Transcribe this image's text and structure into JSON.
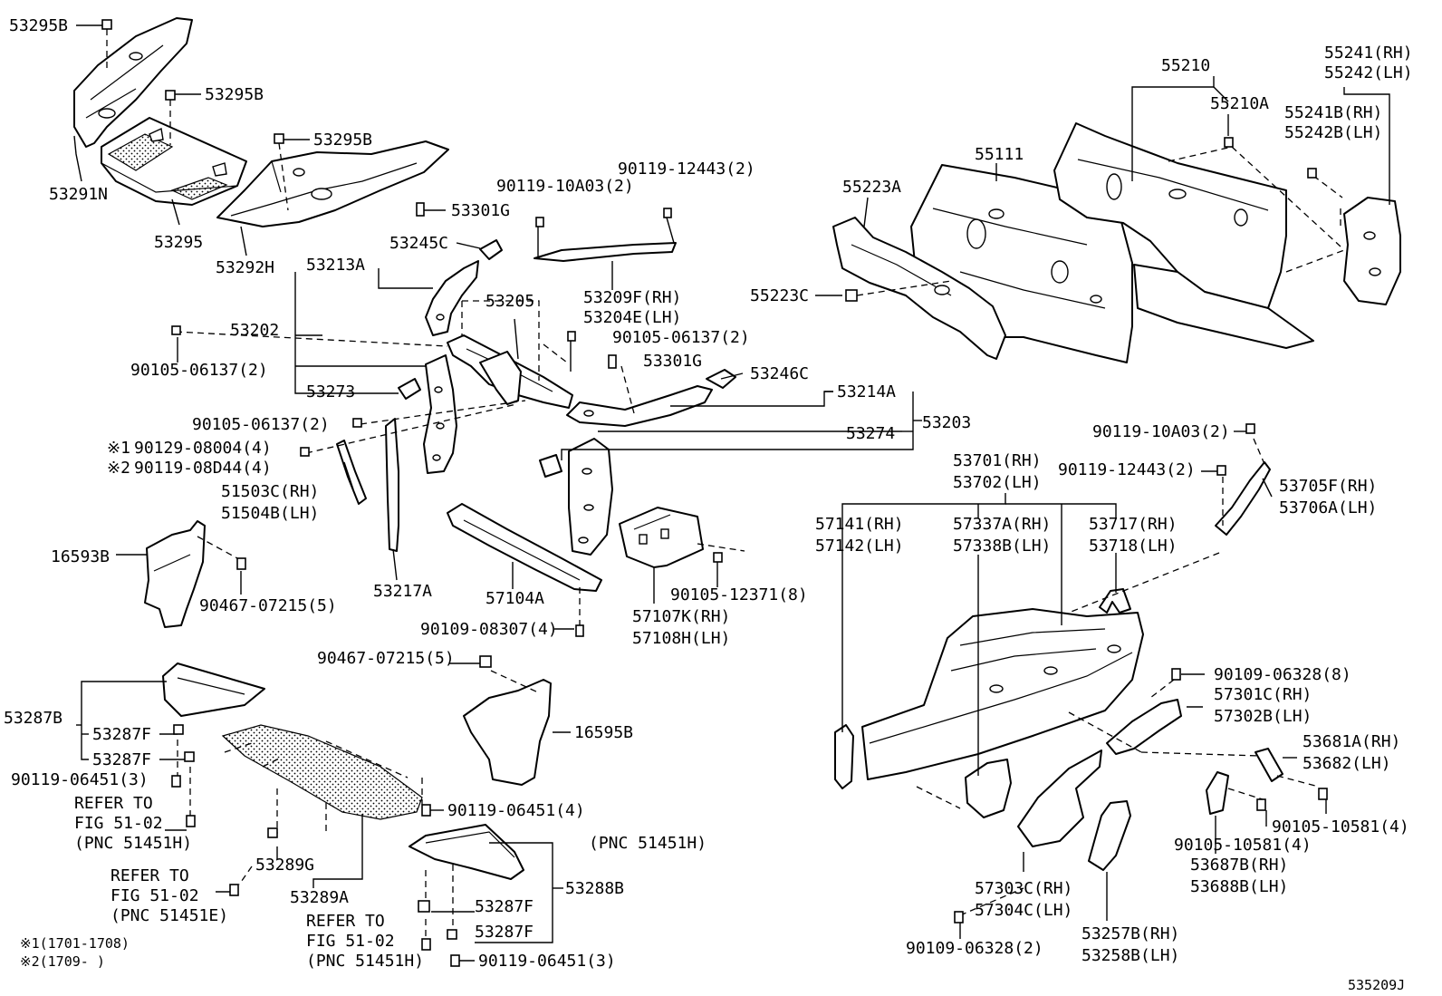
{
  "diagram_id": "535209J",
  "labels": {
    "l53295B_1": "53295B",
    "l53295B_2": "53295B",
    "l53295B_3": "53295B",
    "l53291N": "53291N",
    "l53295": "53295",
    "l53292H": "53292H",
    "l53301G_1": "53301G",
    "l53301G_2": "53301G",
    "l90119_10A03_a": "90119-10A03(2)",
    "l90119_12443_a": "90119-12443(2)",
    "l53245C": "53245C",
    "l53213A": "53213A",
    "l53202": "53202",
    "l53205": "53205",
    "l53209F": "53209F(RH)",
    "l53204E": "53204E(LH)",
    "l90105_06137_a": "90105-06137(2)",
    "l90105_06137_b": "90105-06137(2)",
    "l90105_06137_c": "90105-06137(2)",
    "l53246C": "53246C",
    "l53214A": "53214A",
    "l53273": "53273",
    "l53274": "53274",
    "l53203": "53203",
    "l90129_08004": "90129-08004(4)",
    "l90119_08D44": "90119-08D44(4)",
    "note_mark_1": "※1",
    "note_mark_2": "※2",
    "l51503C": "51503C(RH)",
    "l51504B": "51504B(LH)",
    "l16593B": "16593B",
    "l90467_07215_a": "90467-07215(5)",
    "l53217A": "53217A",
    "l57104A": "57104A",
    "l90109_08307": "90109-08307(4)",
    "l90105_12371": "90105-12371(8)",
    "l57107K": "57107K(RH)",
    "l57108H": "57108H(LH)",
    "l55210": "55210",
    "l55210A": "55210A",
    "l55241RH": "55241(RH)",
    "l55242LH": "55242(LH)",
    "l55241B": "55241B(RH)",
    "l55242B": "55242B(LH)",
    "l55111": "55111",
    "l55223A": "55223A",
    "l55223C": "55223C",
    "l90119_10A03_b": "90119-10A03(2)",
    "l90119_12443_b": "90119-12443(2)",
    "l53705F": "53705F(RH)",
    "l53706A": "53706A(LH)",
    "l53701": "53701(RH)",
    "l53702": "53702(LH)",
    "l57141": "57141(RH)",
    "l57142": "57142(LH)",
    "l57337A": "57337A(RH)",
    "l57338B": "57338B(LH)",
    "l53717": "53717(RH)",
    "l53718": "53718(LH)",
    "l90109_06328_a": "90109-06328(8)",
    "l57301C": "57301C(RH)",
    "l57302B": "57302B(LH)",
    "l53681A": "53681A(RH)",
    "l53682": "53682(LH)",
    "l90105_10581_a": "90105-10581(4)",
    "l90105_10581_b": "90105-10581(4)",
    "l53687B": "53687B(RH)",
    "l53688B": "53688B(LH)",
    "l57303C": "57303C(RH)",
    "l57304C": "57304C(LH)",
    "l53257B": "53257B(RH)",
    "l53258B": "53258B(LH)",
    "l90109_06328_b": "90109-06328(2)",
    "l90467_07215_b": "90467-07215(5)",
    "l16595B": "16595B",
    "l53287B": "53287B",
    "l53287F_1": "53287F",
    "l53287F_2": "53287F",
    "l53287F_3": "53287F",
    "l53287F_4": "53287F",
    "l90119_06451_a": "90119-06451(3)",
    "l90119_06451_b": "90119-06451(4)",
    "l90119_06451_c": "90119-06451(3)",
    "l53289G": "53289G",
    "l53289A": "53289A",
    "l53288B": "53288B",
    "refer_1a": "REFER TO",
    "refer_1b": "FIG 51-02",
    "refer_1c": "(PNC 51451H)",
    "refer_2a": "REFER TO",
    "refer_2b": "FIG 51-02",
    "refer_2c": "(PNC 51451E)",
    "refer_3a": "REFER TO",
    "refer_3b": "FIG 51-02",
    "refer_3c": "(PNC 51451H)",
    "pnc_floating": "(PNC 51451H)",
    "note_1": "※1(1701-1708)",
    "note_2": "※2(1709-    )"
  }
}
